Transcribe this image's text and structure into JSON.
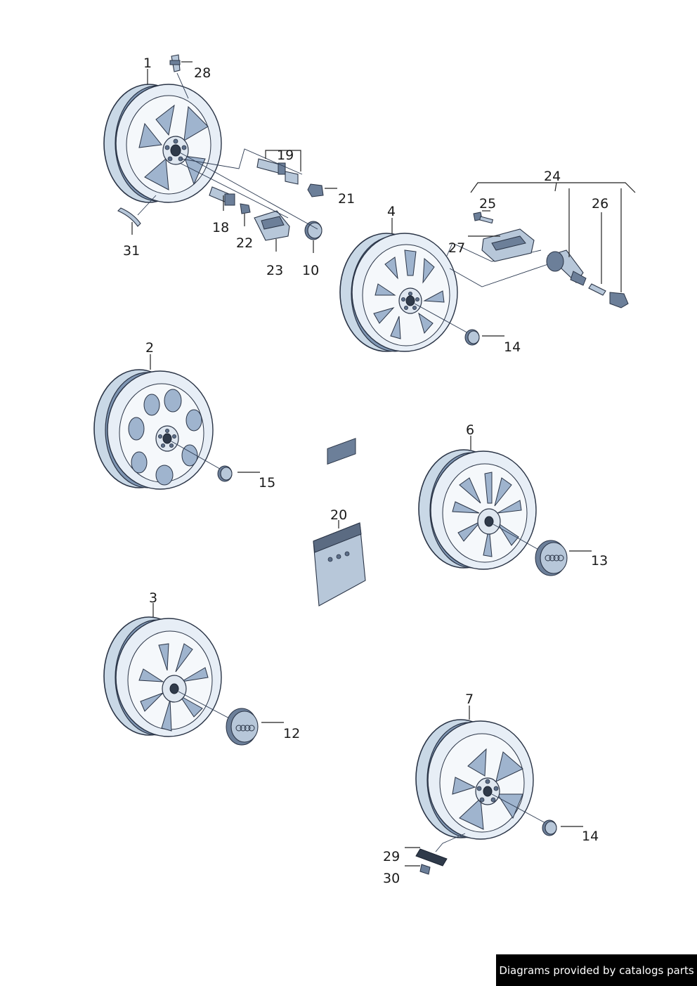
{
  "callouts": {
    "c1": "1",
    "c2": "2",
    "c3": "3",
    "c4": "4",
    "c6": "6",
    "c7": "7",
    "c10": "10",
    "c12": "12",
    "c13": "13",
    "c14a": "14",
    "c14b": "14",
    "c15": "15",
    "c18": "18",
    "c19": "19",
    "c20": "20",
    "c21": "21",
    "c22": "22",
    "c23": "23",
    "c24": "24",
    "c25": "25",
    "c26": "26",
    "c27": "27",
    "c28": "28",
    "c29": "29",
    "c30": "30",
    "c31": "31"
  },
  "footer": {
    "text": "Diagrams provided by catalogs parts"
  },
  "colors": {
    "line": "#2a3446",
    "metal_light": "#e7eef6",
    "metal_mid": "#c9d8e6",
    "metal_dark": "#7f96b3",
    "footer_bg": "#000000"
  }
}
